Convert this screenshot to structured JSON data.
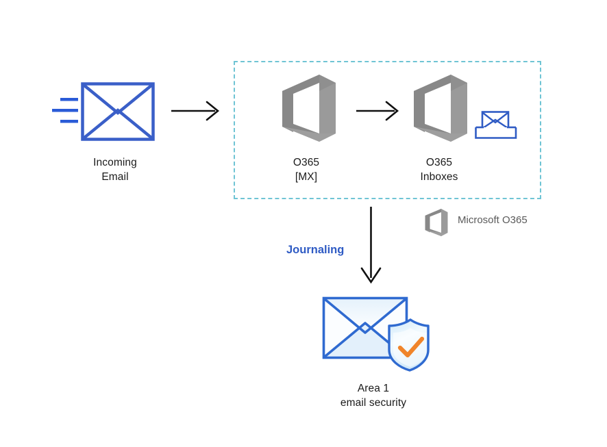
{
  "diagram": {
    "title_text_present": false,
    "background_color": "#ffffff",
    "colors": {
      "envelope_blue": "#3a5fc8",
      "office_gray": "#848484",
      "dashed_teal": "#6fc4d4",
      "arrow_black": "#111111",
      "journaling_blue": "#2f5bc4",
      "shield_orange": "#f0842a",
      "shield_light": "#d9ecfb",
      "legend_gray": "#5a5a5a",
      "label_black": "#1a1a1a"
    },
    "nodes": [
      {
        "id": "incoming-email",
        "icon": "envelope-icon",
        "label_lines": [
          "Incoming",
          "Email"
        ]
      },
      {
        "id": "o365-mx",
        "icon": "office-365-logo-icon",
        "label_lines": [
          "O365",
          "[MX]"
        ]
      },
      {
        "id": "o365-inboxes",
        "icon": "office-365-logo-icon",
        "secondary_icon": "inbox-envelope-icon",
        "label_lines": [
          "O365",
          "Inboxes"
        ]
      },
      {
        "id": "area1-email-security",
        "icon": "shielded-envelope-icon",
        "label_lines": [
          "Area 1",
          "email security"
        ]
      }
    ],
    "edges": [
      {
        "id": "edge-incoming-to-mx",
        "from": "incoming-email",
        "to": "o365-mx",
        "style": "solid-arrow",
        "direction": "right",
        "label": ""
      },
      {
        "id": "edge-mx-to-inboxes",
        "from": "o365-mx",
        "to": "o365-inboxes",
        "style": "solid-arrow",
        "direction": "right",
        "label": ""
      },
      {
        "id": "edge-inboxes-to-area1",
        "from": "o365-inboxes",
        "to": "area1-email-security",
        "style": "solid-arrow",
        "direction": "down",
        "label": "Journaling"
      }
    ],
    "group_box": {
      "id": "o365-boundary",
      "style": "dashed",
      "label": ""
    },
    "legend": {
      "icon": "office-365-logo-icon",
      "label": "Microsoft O365"
    },
    "labels": {
      "incoming_line1": "Incoming",
      "incoming_line2": "Email",
      "o365mx_line1": "O365",
      "o365mx_line2": "[MX]",
      "inboxes_line1": "O365",
      "inboxes_line2": "Inboxes",
      "journaling": "Journaling",
      "legend": "Microsoft O365",
      "area1_line1": "Area 1",
      "area1_line2": "email security"
    }
  }
}
